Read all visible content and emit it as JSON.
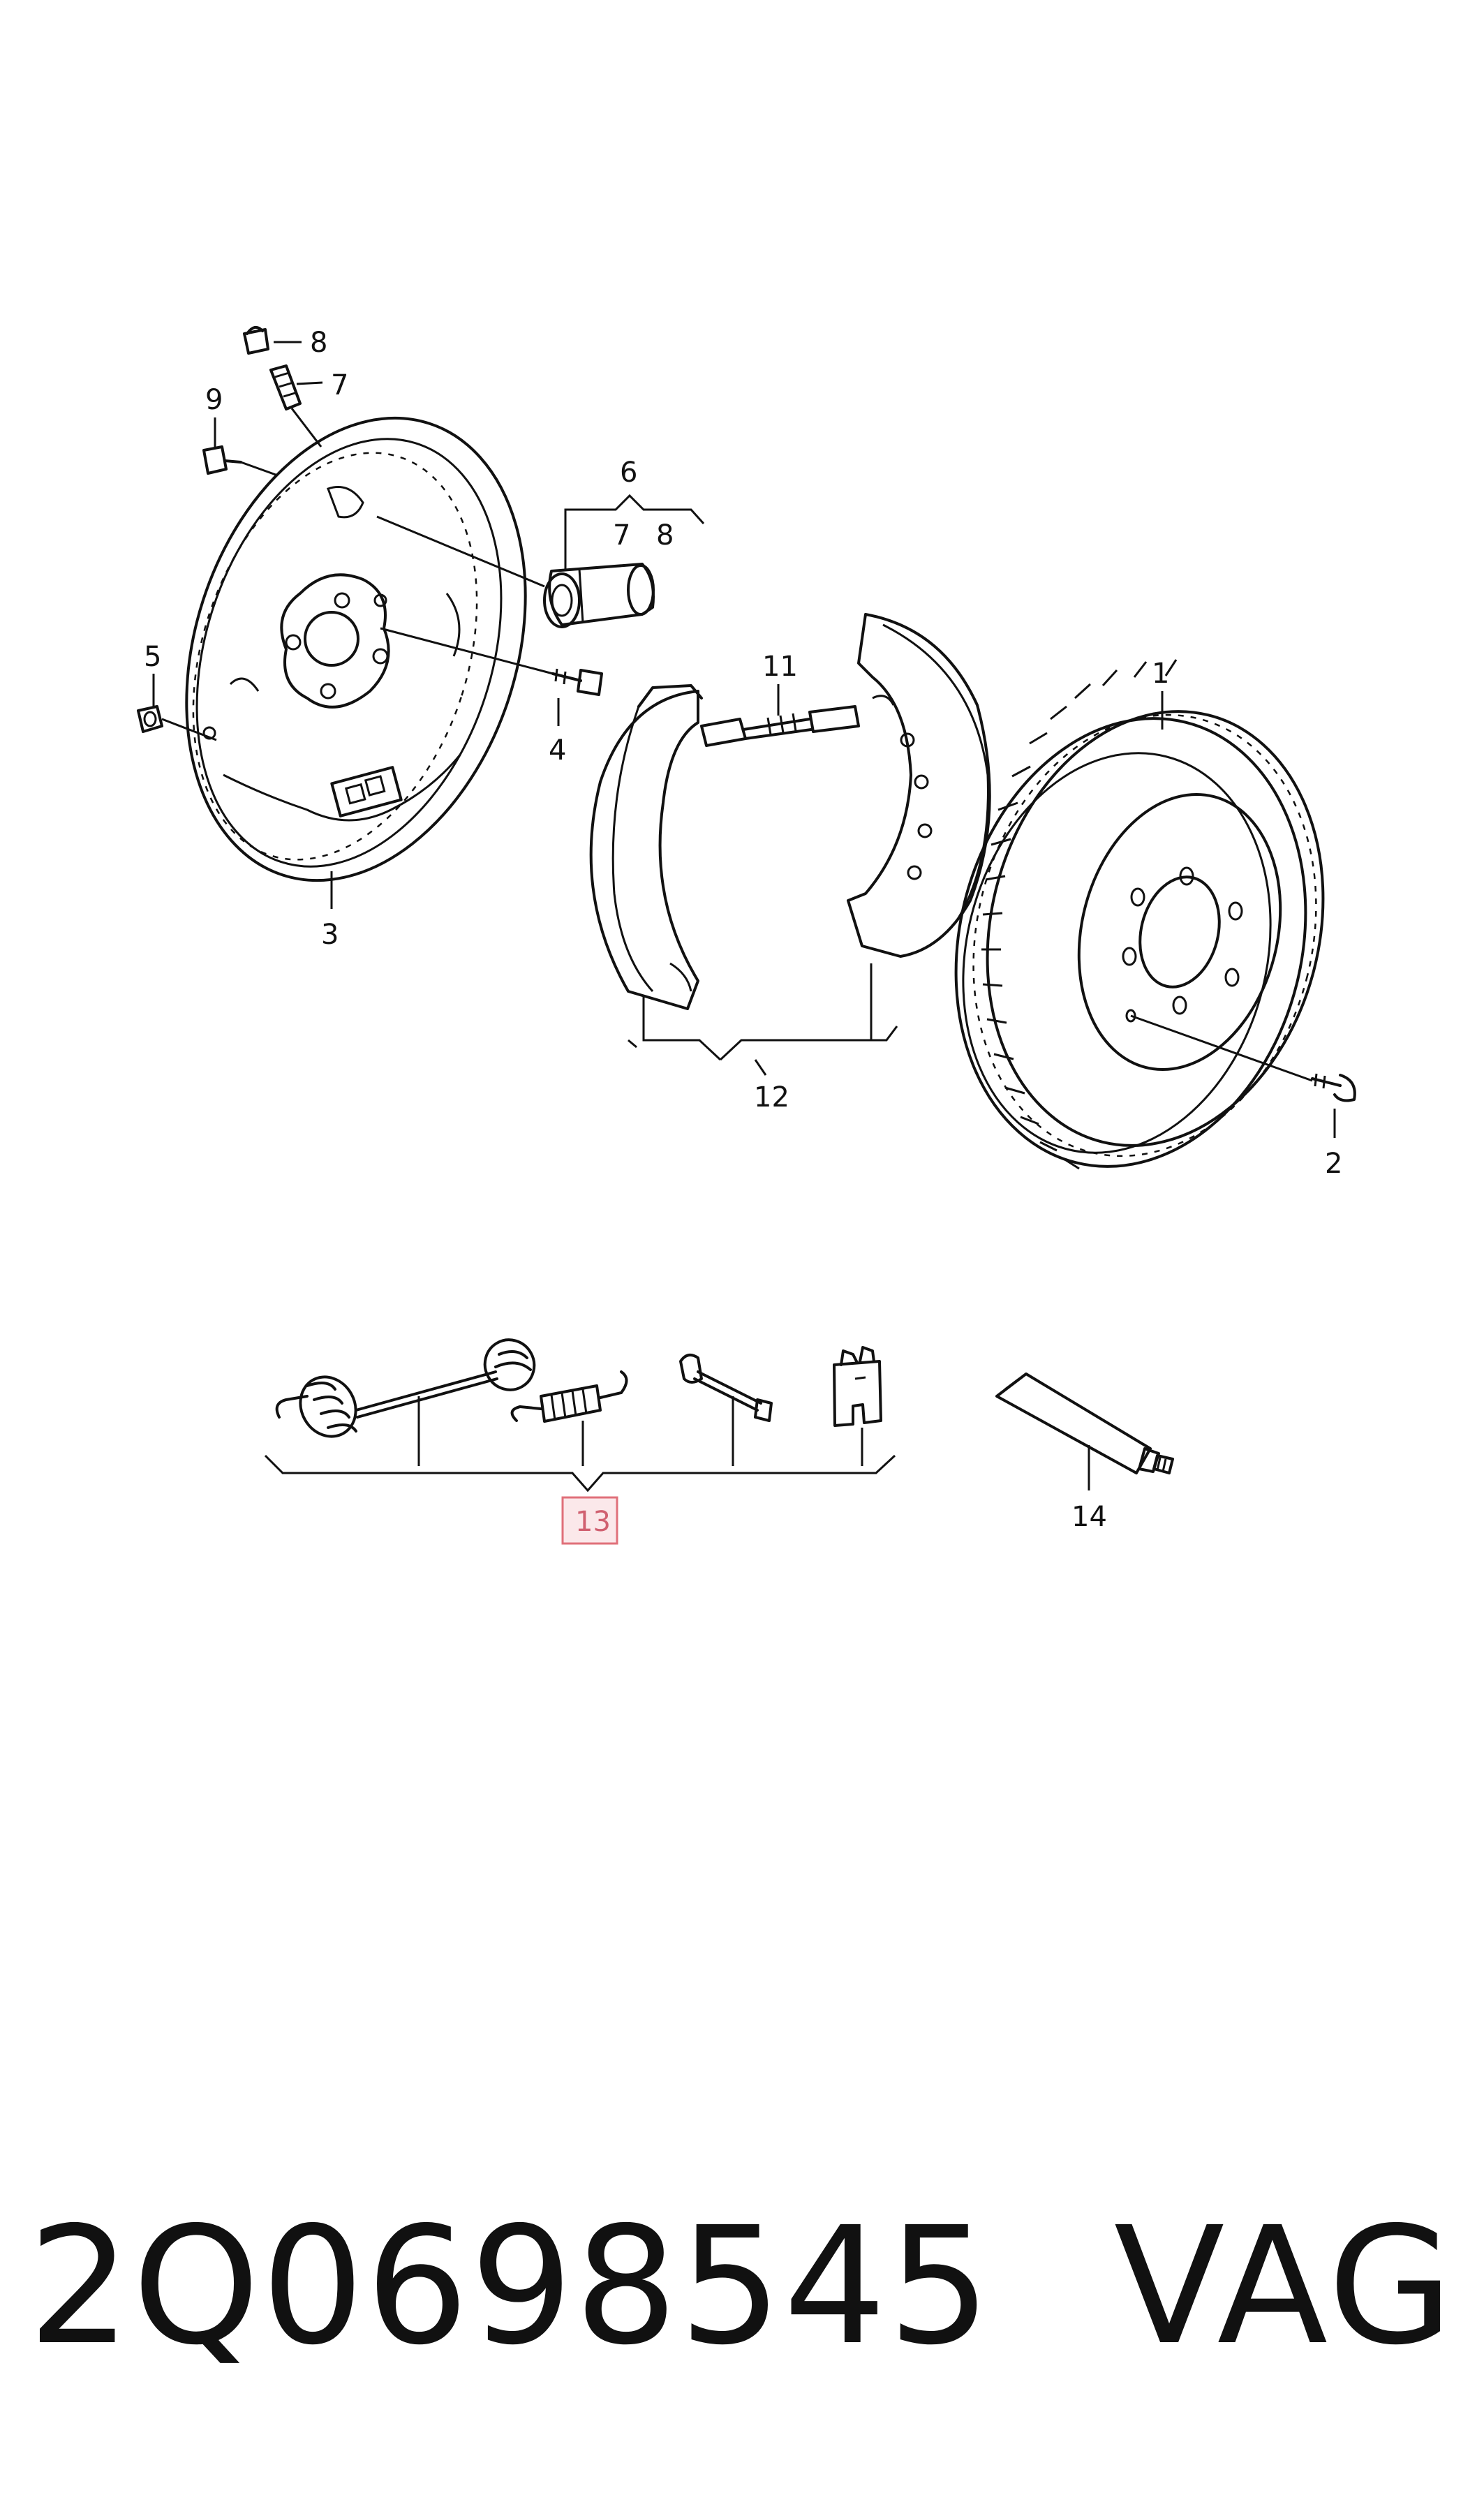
{
  "callouts": {
    "c1": "1",
    "c2": "2",
    "c3": "3",
    "c4": "4",
    "c5": "5",
    "c6": "6",
    "c6_sub7": "7",
    "c6_sub8": "8",
    "c7": "7",
    "c8": "8",
    "c9": "9",
    "c11": "11",
    "c12": "12",
    "c13": "13",
    "c14": "14"
  },
  "highlight_color": "#e0707a",
  "footer": {
    "part_number": "2Q0698545",
    "brand": "VAG"
  }
}
